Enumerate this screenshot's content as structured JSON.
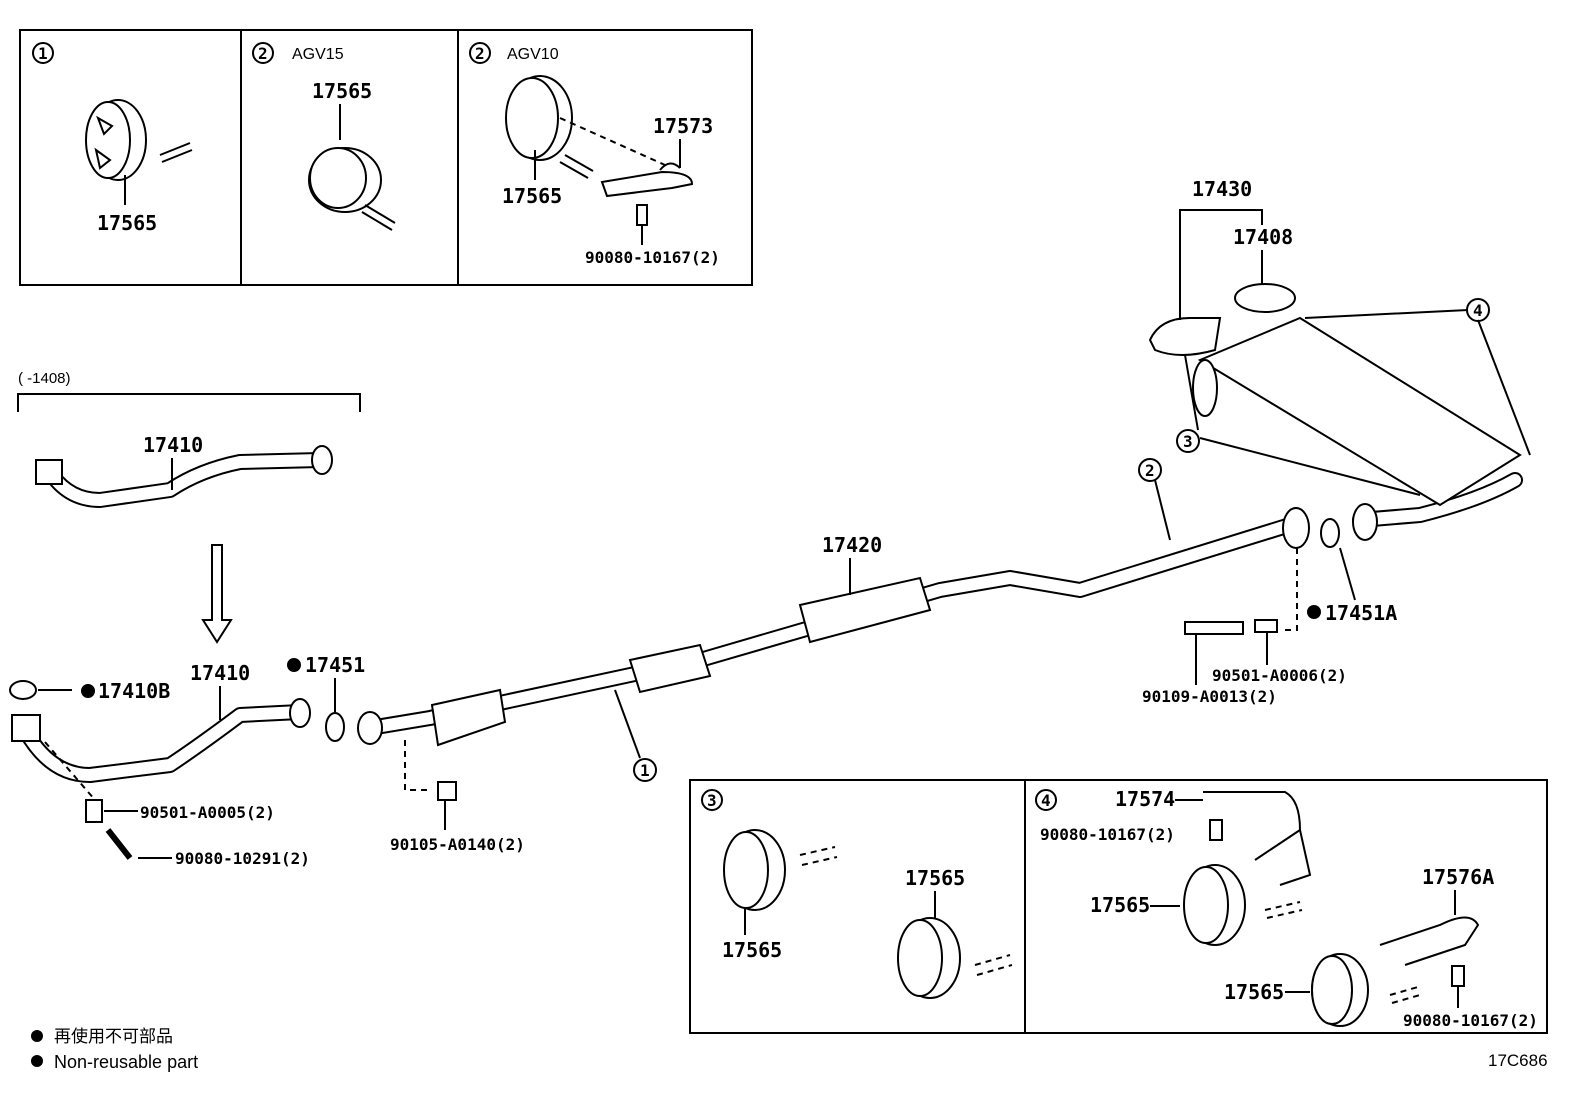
{
  "diagram_code": "17C686",
  "legend": {
    "japanese": "再使用不可部品",
    "english": "Non-reusable part",
    "marker": "black-dot"
  },
  "date_range": "(      -1408)",
  "inset_boxes": [
    {
      "ref": "1",
      "variant": "",
      "parts": [
        "17565"
      ]
    },
    {
      "ref": "2",
      "variant": "AGV15",
      "parts": [
        "17565"
      ]
    },
    {
      "ref": "2",
      "variant": "AGV10",
      "parts": [
        "17573",
        "17565",
        "90080-10167(2)"
      ]
    },
    {
      "ref": "3",
      "variant": "",
      "parts": [
        "17565",
        "17565"
      ]
    },
    {
      "ref": "4",
      "variant": "",
      "parts": [
        "17574",
        "90080-10167(2)",
        "17565",
        "17576A",
        "17565",
        "90080-10167(2)"
      ]
    }
  ],
  "main_parts": {
    "p17430": "17430",
    "p17408": "17408",
    "p17410_old": "17410",
    "p17410": "17410",
    "p17410B": "17410B",
    "p17451": "17451",
    "p17420": "17420",
    "p17451A": "17451A",
    "p90501_A0006": "90501-A0006(2)",
    "p90109_A0013": "90109-A0013(2)",
    "p90501_A0005": "90501-A0005(2)",
    "p90080_10291": "90080-10291(2)",
    "p90105_A0140": "90105-A0140(2)"
  },
  "callouts": [
    "1",
    "2",
    "3",
    "4"
  ]
}
